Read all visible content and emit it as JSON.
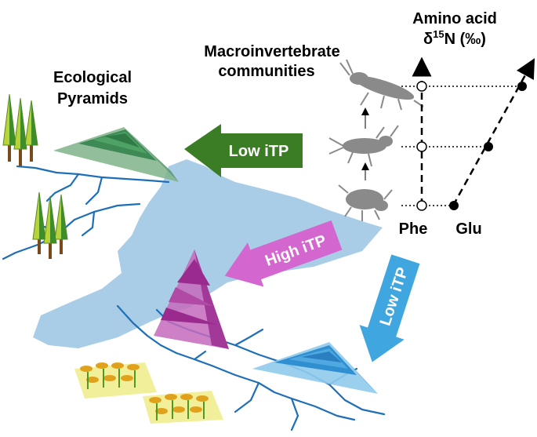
{
  "labels": {
    "ecological_pyramids_line1": "Ecological",
    "ecological_pyramids_line2": "Pyramids",
    "macro_line1": "Macroinvertebrate",
    "macro_line2": "communities",
    "amino_line1": "Amino acid",
    "amino_delta": "δ",
    "amino_sup": "15",
    "amino_rest": "N (‰)",
    "phe": "Phe",
    "glu": "Glu"
  },
  "arrows": {
    "upper": "Low iTP",
    "middle": "High iTP",
    "lower": "Low iTP"
  },
  "colors": {
    "lake": "#a9cde6",
    "river": "#1f6fb8",
    "green_arrow": "#3a7d24",
    "pink_arrow": "#d466cf",
    "blue_arrow": "#3fa6e0",
    "green_pyramid": "#4f9a66",
    "purple_pyramid": "#9b2a8f",
    "blue_pyramid": "#2f8fd1"
  }
}
